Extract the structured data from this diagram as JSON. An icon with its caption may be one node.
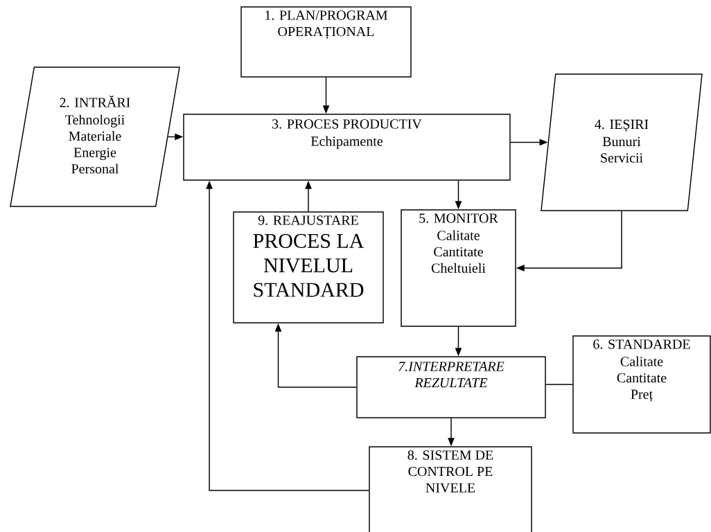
{
  "diagram": {
    "nodes": [
      {
        "text": [
          "1. PLAN/PROGRAM OPERAȚIONAL"
        ]
      },
      {
        "text": [
          "2. INTRĂRI",
          "Tehnologii Materiale Energie Personal"
        ]
      },
      {
        "text": [
          "3. PROCES PRODUCTIV",
          "Echipamente"
        ]
      },
      {
        "text": [
          "4. IEȘIRI",
          "Bunuri Servicii"
        ]
      },
      {
        "text": [
          "5. MONITOR",
          "Calitate Cantitate Cheltuieli"
        ]
      },
      {
        "text": [
          "6. STANDARDE",
          "Calitate Cantitate Preț"
        ]
      },
      {
        "text": [
          "7.INTERPRETARE REZULTATE"
        ]
      },
      {
        "text": [
          "8. SISTEM DE CONTROL PE NIVELE"
        ]
      },
      {
        "text": [
          "9. REAJUSTARE",
          "PROCES LA NIVELUL STANDARD"
        ]
      }
    ],
    "edges": [
      {
        "from": 0,
        "to": 2,
        "arrow": "to"
      },
      {
        "from": 1,
        "to": 2,
        "arrow": "to"
      },
      {
        "from": 2,
        "to": 3,
        "arrow": "to"
      },
      {
        "from": 2,
        "to": 4,
        "arrow": "to"
      },
      {
        "from": 3,
        "to": 4,
        "arrow": "to"
      },
      {
        "from": 4,
        "to": 6,
        "arrow": "to"
      },
      {
        "from": 5,
        "to": 6,
        "arrow": "none"
      },
      {
        "from": 6,
        "to": 8,
        "arrow": "to"
      },
      {
        "from": 8,
        "to": 2,
        "arrow": "to"
      },
      {
        "from": 6,
        "to": 7,
        "arrow": "to"
      },
      {
        "from": 7,
        "to": 2,
        "arrow": "to"
      }
    ]
  }
}
